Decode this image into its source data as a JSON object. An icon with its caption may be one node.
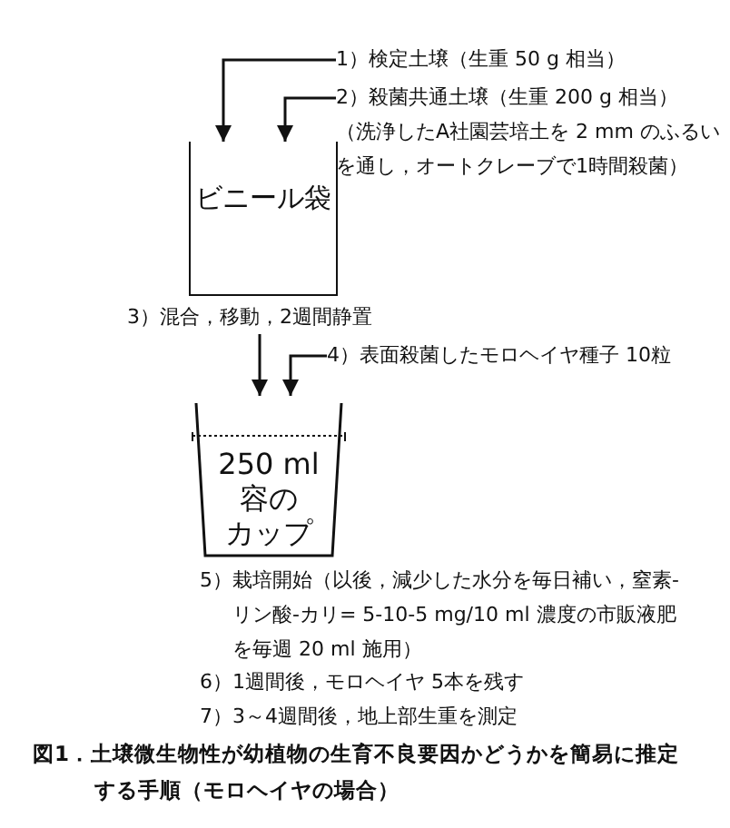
{
  "diagram": {
    "caption": "図1．土壌微生物性が幼植物の生育不良要因かどうかを簡易に推定する手順（モロヘイヤの場合）",
    "nodes": [
      {
        "text": [
          "ビニール袋"
        ]
      },
      {
        "text": [
          "1）検定土壌（生重 50 g 相当）"
        ]
      },
      {
        "text": [
          "2）殺菌共通土壌（生重 200 g 相当）",
          "（洗浄したA社園芸培土を 2 mm のふるいを通し，オートクレーブで1時間殺菌）"
        ]
      },
      {
        "text": [
          "3）混合，移動，2週間静置"
        ]
      },
      {
        "text": [
          "4）表面殺菌したモロヘイヤ種子 10粒"
        ]
      },
      {
        "text": [
          "250 ml 容のカップ"
        ]
      }
    ],
    "edges": [
      {
        "from": 1,
        "to": 0,
        "arrow": "to"
      },
      {
        "from": 2,
        "to": 0,
        "arrow": "to"
      },
      {
        "from": 3,
        "to": 5,
        "arrow": "to"
      },
      {
        "from": 4,
        "to": 5,
        "arrow": "to"
      }
    ],
    "labels": [
      "5）栽培開始（以後，減少した水分を毎日補い，窒素-リン酸-カリ= 5-10-5 mg/10 ml 濃度の市販液肥を毎週 20 ml 施用）",
      "6）1週間後，モロヘイヤ 5本を残す",
      "7）3～4週間後，地上部生重を測定"
    ]
  }
}
